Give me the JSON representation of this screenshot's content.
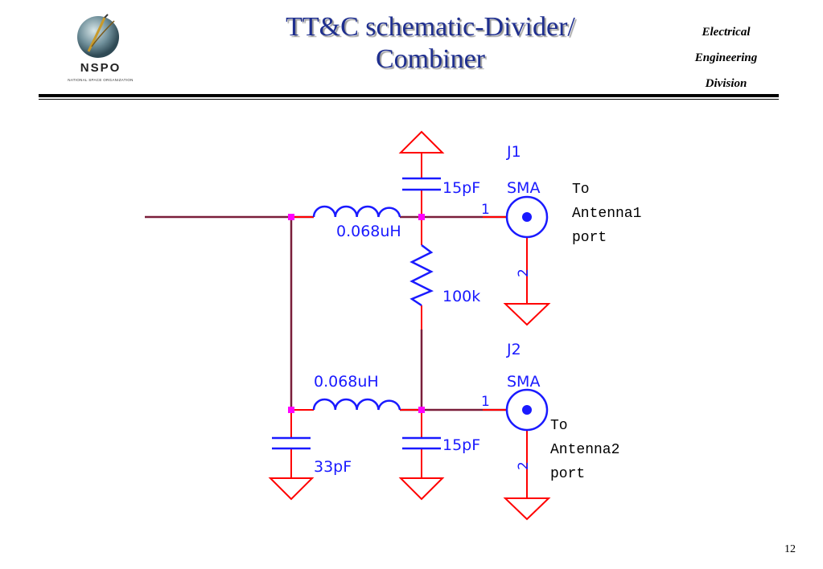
{
  "header": {
    "logo_text": "NSPO",
    "logo_subtext": "NATIONAL SPACE ORGANIZATION",
    "title_line1": "TT&C schematic-Divider/",
    "title_line2": "Combiner",
    "division_line1": "Electrical",
    "division_line2": "Engineering",
    "division_line3": "Division"
  },
  "schematic": {
    "inductor_top": "0.068uH",
    "inductor_bottom": "0.068uH",
    "cap_top": "15pF",
    "cap_mid_bottom": "15pF",
    "cap_left_bottom": "33pF",
    "resistor": "100k",
    "j1_ref": "J1",
    "j1_type": "SMA",
    "j1_pin1": "1",
    "j1_pin2": "2",
    "j2_ref": "J2",
    "j2_type": "SMA",
    "j2_pin1": "1",
    "j2_pin2": "2",
    "note1_line1": "To",
    "note1_line2": "Antenna1",
    "note1_line3": "port",
    "note2_line1": "To",
    "note2_line2": "Antenna2",
    "note2_line3": "port"
  },
  "colors": {
    "wire": "#7a1e3a",
    "component": "#1a1aff",
    "pin": "#ff0000",
    "junction": "#ff00ff",
    "title": "#1f2f8f"
  },
  "footer": {
    "page_number": "12"
  }
}
